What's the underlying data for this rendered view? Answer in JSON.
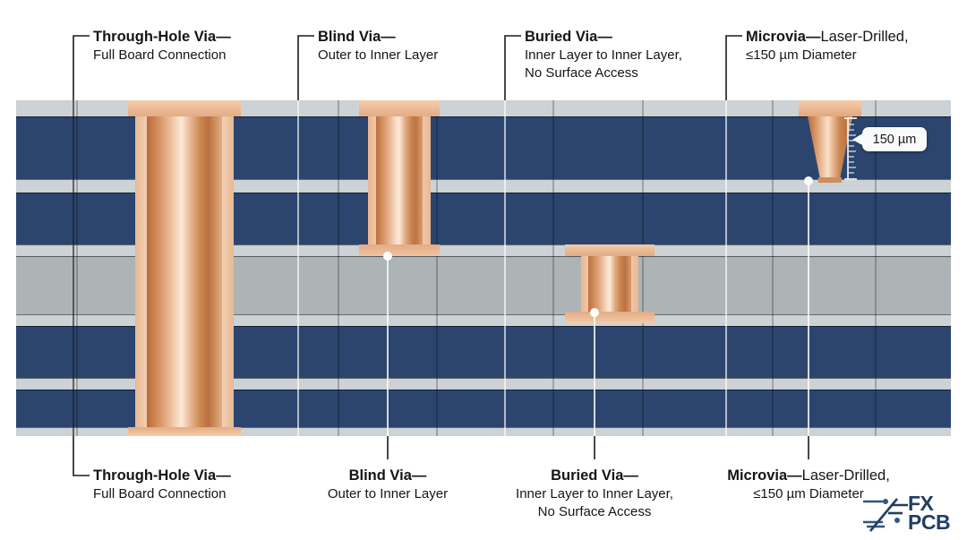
{
  "diagram": {
    "title_context": "PCB via types cross-section",
    "colors": {
      "dielectric_navy": "#2b456e",
      "copper_foil_gray": "#ccd2d5",
      "core_gray": "#adb4b5",
      "copper": "#d99a6e",
      "copper_light": "#fbe6d4",
      "label_text": "#151515",
      "leader_line": "#1a1a1a",
      "logo_blue": "#1f3f63"
    }
  },
  "labels_top": [
    {
      "id": "through-hole-via",
      "title": "Through-Hole Via",
      "dash": "—",
      "desc_line1": "Full Board Connection",
      "desc_line2": "",
      "inline": false
    },
    {
      "id": "blind-via",
      "title": "Blind Via",
      "dash": "—",
      "desc_line1": "Outer to Inner Layer",
      "desc_line2": "",
      "inline": false
    },
    {
      "id": "buried-via",
      "title": "Buried Via",
      "dash": "—",
      "desc_line1": "Inner Layer to Inner Layer,",
      "desc_line2": "No Surface Access",
      "inline": false
    },
    {
      "id": "microvia",
      "title": "Microvia",
      "dash": "—",
      "desc_line1": "Laser-Drilled,",
      "desc_line2": "≤150 µm Diameter",
      "inline": true
    }
  ],
  "labels_bottom": [
    {
      "id": "through-hole-via",
      "title": "Through-Hole Via",
      "dash": "—",
      "desc_line1": "Full Board Connection",
      "desc_line2": "",
      "inline": false
    },
    {
      "id": "blind-via",
      "title": "Blind Via",
      "dash": "—",
      "desc_line1": "Outer to Inner Layer",
      "desc_line2": "",
      "inline": false
    },
    {
      "id": "buried-via",
      "title": "Buried Via",
      "dash": "—",
      "desc_line1": "Inner Layer to Inner Layer,",
      "desc_line2": "No Surface Access",
      "inline": false
    },
    {
      "id": "microvia",
      "title": "Microvia",
      "dash": "—",
      "desc_line1": "Laser-Drilled,",
      "desc_line2": "≤150 µm Diameter",
      "inline": true
    }
  ],
  "callout": {
    "measurement": "150 µm",
    "target": "microvia-diameter"
  },
  "stackup": [
    {
      "name": "top-copper-foil",
      "type": "copper",
      "color": "#ccd2d5"
    },
    {
      "name": "dielectric-1",
      "type": "prepreg",
      "color": "#2b456e"
    },
    {
      "name": "inner-copper-1",
      "type": "copper",
      "color": "#ccd2d5"
    },
    {
      "name": "dielectric-2",
      "type": "prepreg",
      "color": "#2b456e"
    },
    {
      "name": "inner-copper-2",
      "type": "copper",
      "color": "#ccd2d5"
    },
    {
      "name": "core",
      "type": "core",
      "color": "#adb4b5"
    },
    {
      "name": "inner-copper-3",
      "type": "copper",
      "color": "#ccd2d5"
    },
    {
      "name": "dielectric-3",
      "type": "prepreg",
      "color": "#2b456e"
    },
    {
      "name": "inner-copper-4",
      "type": "copper",
      "color": "#ccd2d5"
    },
    {
      "name": "dielectric-4",
      "type": "prepreg",
      "color": "#2b456e"
    },
    {
      "name": "bottom-copper-foil",
      "type": "copper",
      "color": "#ccd2d5"
    }
  ],
  "logo": {
    "line1": "FX",
    "line2": "PCB"
  }
}
